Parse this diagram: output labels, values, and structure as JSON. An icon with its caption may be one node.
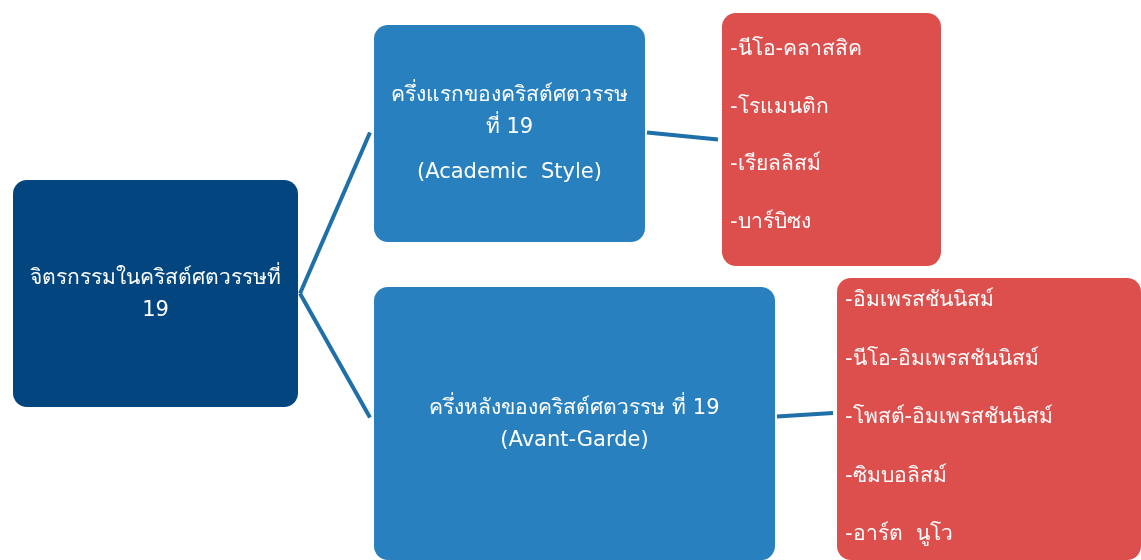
{
  "diagram": {
    "nodes": [
      {
        "text": [
          "จิตรกรรมในคริสต์ศตวรรษที่ 19"
        ]
      },
      {
        "text": [
          "ครึ่งแรกของคริสต์ศตวรรษ ที่ 19",
          "(Academic  Style)"
        ]
      },
      {
        "text": [
          "-นีโอ-คลาสสิค",
          "-โรแมนติก",
          "-เรียลลิสม์",
          "-บาร์บิซง"
        ]
      },
      {
        "text": [
          "ครึ่งหลังของคริสต์ศตวรรษ ที่ 19 (Avant-Garde)"
        ]
      },
      {
        "text": [
          "-อิมเพรสชันนิสม์",
          "-นีโอ-อิมเพรสชันนิสม์",
          "-โพสต์-อิมเพรสชันนิสม์",
          "-ซิมบอลิสม์",
          "-อาร์ต  นูโว"
        ]
      }
    ],
    "edges": [
      {
        "from": 0,
        "to": 1,
        "arrow": "none"
      },
      {
        "from": 0,
        "to": 3,
        "arrow": "none"
      },
      {
        "from": 1,
        "to": 2,
        "arrow": "none"
      },
      {
        "from": 3,
        "to": 4,
        "arrow": "none"
      }
    ]
  }
}
